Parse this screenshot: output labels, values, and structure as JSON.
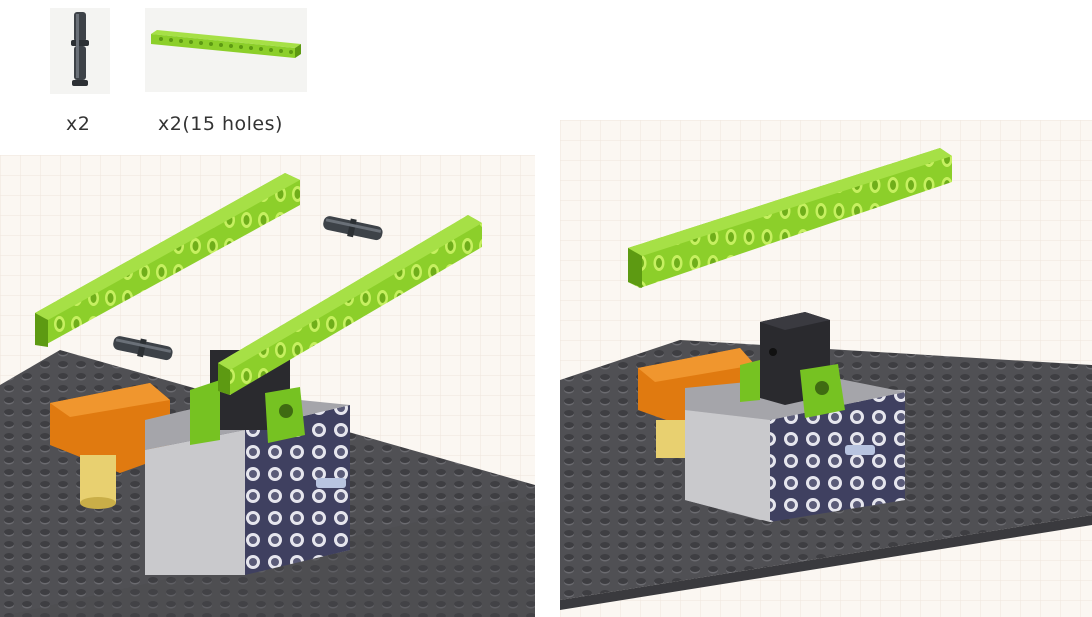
{
  "parts": [
    {
      "name": "connector-pin",
      "quantity_label": "x2"
    },
    {
      "name": "technic-beam",
      "quantity_label": "x2(15 holes)"
    }
  ],
  "colors": {
    "beam_green": "#8ccf2a",
    "beam_green_dark": "#5d9a12",
    "pin_dark": "#3d4248",
    "baseplate": "#505054",
    "gray_brick": "#b9b9bd",
    "motor_orange": "#e07a10",
    "axle_yellow": "#e8d070"
  },
  "steps": [
    {
      "name": "exploded-view"
    },
    {
      "name": "assembled-view"
    }
  ]
}
